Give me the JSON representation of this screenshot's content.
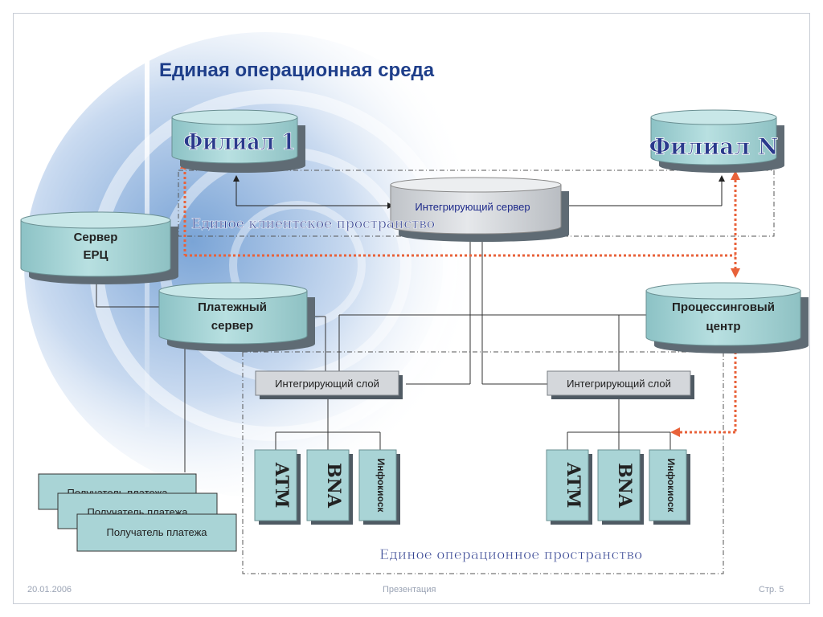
{
  "slide": {
    "title": "Единая операционная среда",
    "footer": {
      "date": "20.01.2006",
      "center": "Презентация",
      "page": "Стр. 5"
    }
  },
  "diagram": {
    "branch_first": "Филиал 1",
    "branch_last": "Филиал N",
    "integration_server": "Интегрирующий сервер",
    "client_space": "Единое клиентское пространство",
    "erc_server": "Сервер ЕРЦ",
    "payment_server": "Платежный сервер",
    "processing_center": "Процессинговый центр",
    "integration_layer_left": "Интегрирующий слой",
    "integration_layer_right": "Интегрирующий слой",
    "devices_left": [
      "ATM",
      "BNA",
      "Инфокиоск"
    ],
    "devices_right": [
      "ATM",
      "BNA",
      "Инфокиоск"
    ],
    "recipients": [
      "Получатель платежа",
      "Получатель платежа",
      "Получатель платежа"
    ],
    "operational_space": "Единое операционное пространство"
  },
  "colors": {
    "cylinder_fill": "#a9d4d6",
    "server_fill": "#d2d6da",
    "title": "#1e3e8a",
    "dotted_link": "#e8623a",
    "wordart": "#2a3a8c"
  }
}
